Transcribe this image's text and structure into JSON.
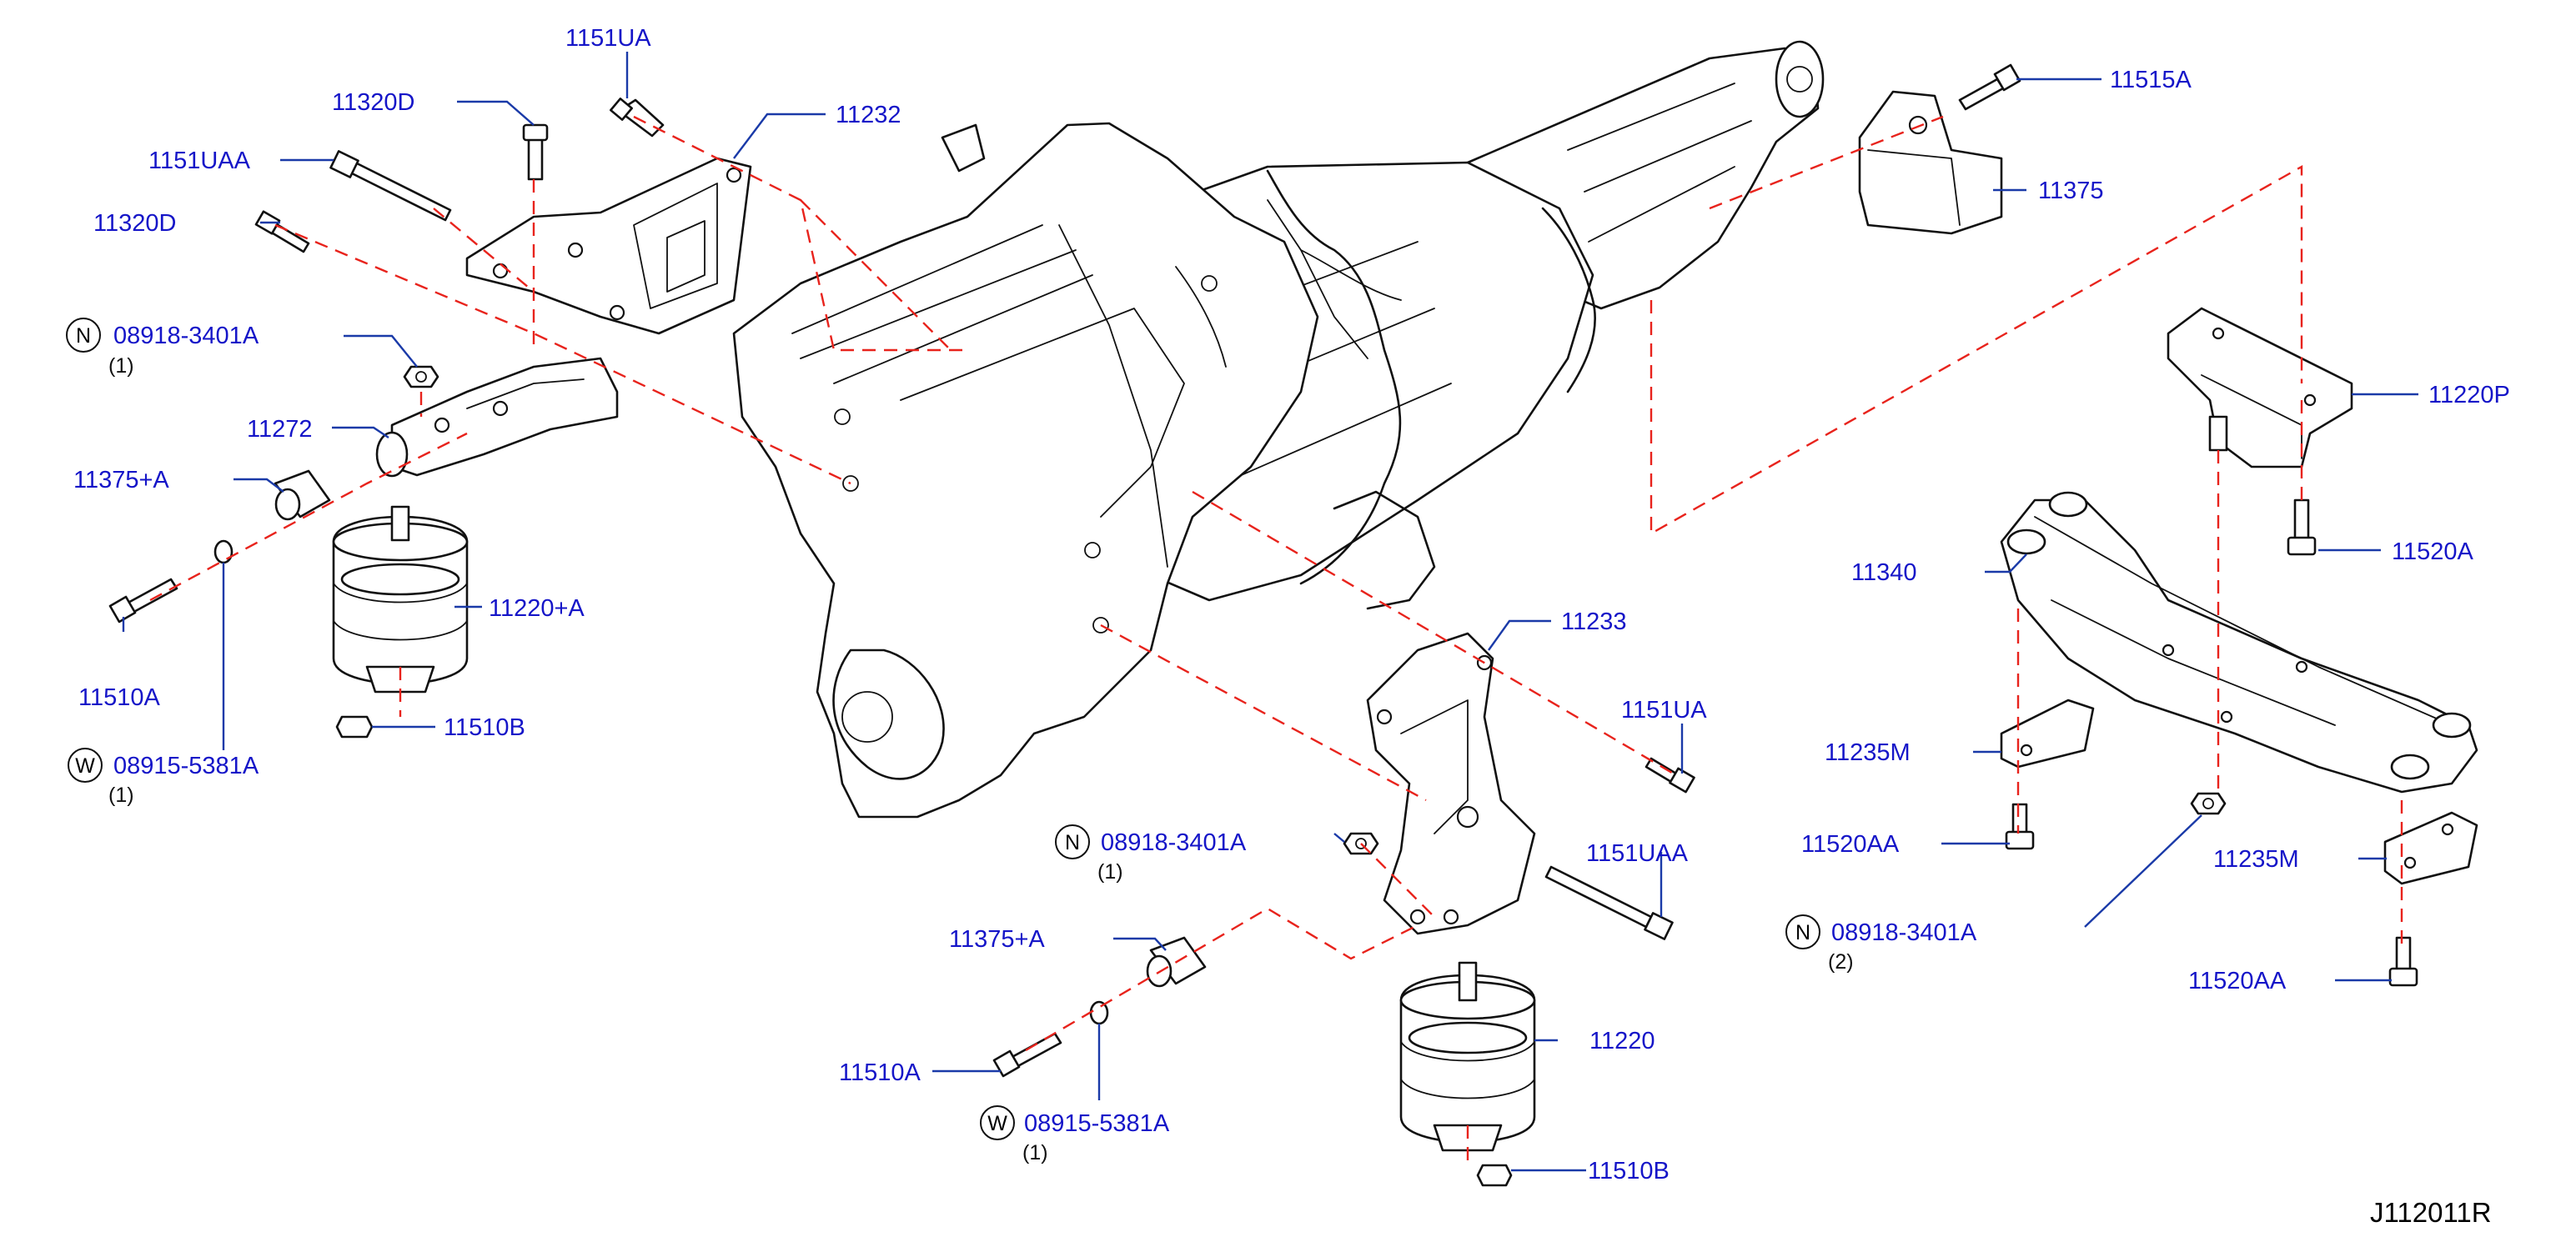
{
  "diagram_code": "J112011R",
  "colors": {
    "label": "#1515c8",
    "leader": "#1a3aa8",
    "dashed_connector": "#e8231c",
    "linework": "#111111"
  },
  "labels": {
    "p1151UA_top": "1151UA",
    "p11320D_top": "11320D",
    "p1151UAA_left": "1151UAA",
    "p11320D_left": "11320D",
    "p11232": "11232",
    "n08918_left": "08918-3401A",
    "n08918_left_qty": "(1)",
    "p11272": "11272",
    "p11375A_left": "11375+A",
    "p11220A": "11220+A",
    "p11510A_left": "11510A",
    "p11510B_left": "11510B",
    "w08915_left": "08915-5381A",
    "w08915_left_qty": "(1)",
    "p11515A": "11515A",
    "p11375": "11375",
    "p11220P": "11220P",
    "p11520A": "11520A",
    "p11340": "11340",
    "p11233": "11233",
    "p1151UA_right": "1151UA",
    "p11235M_left": "11235M",
    "p1151UAA_right": "1151UAA",
    "n08918_mid": "08918-3401A",
    "n08918_mid_qty": "(1)",
    "p11520AA_left": "11520AA",
    "p11235M_right": "11235M",
    "n08918_right": "08918-3401A",
    "n08918_right_qty": "(2)",
    "p11375A_mid": "11375+A",
    "p11220": "11220",
    "p11520AA_right": "11520AA",
    "p11510A_mid": "11510A",
    "w08915_mid": "08915-5381A",
    "w08915_mid_qty": "(1)",
    "p11510B_mid": "11510B"
  },
  "symbols": {
    "nut_marker": "N",
    "washer_marker": "W"
  }
}
